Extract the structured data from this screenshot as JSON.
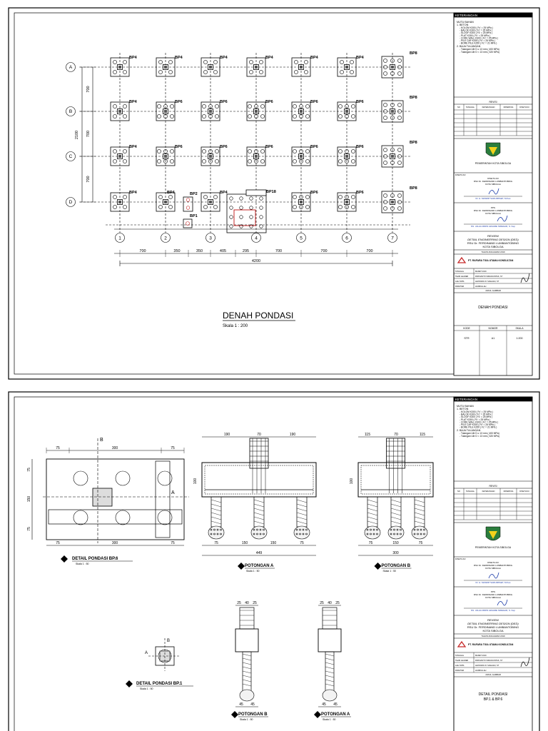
{
  "sheet1": {
    "plan_title": "DENAH PONDASI",
    "plan_scale": "Skala 1 : 200",
    "grid_rows": [
      "A",
      "B",
      "C",
      "D"
    ],
    "grid_cols": [
      "1",
      "2",
      "3",
      "4",
      "5",
      "6",
      "7"
    ],
    "row_dims": [
      "700",
      "700",
      "700"
    ],
    "row_total": "2100",
    "col_dims": [
      "700",
      "350",
      "350",
      "405",
      "295",
      "700",
      "700",
      "700"
    ],
    "col_total": "4200",
    "footings": {
      "r1": [
        "BP4",
        "BP4",
        "BP4",
        "BP4",
        "BP4",
        "BP4",
        "BP8"
      ],
      "r2": [
        "BP4",
        "BP6",
        "BP6",
        "BP6",
        "BP6",
        "BP6",
        "BP8"
      ],
      "r3": [
        "BP4",
        "BP6",
        "BP6",
        "BP6",
        "BP6",
        "BP6",
        "BP8"
      ],
      "r4": [
        "BP4",
        "BP4",
        "BP2",
        "BP4",
        "BP18",
        "BP6",
        "BP6",
        "BP8"
      ],
      "extra": "BP1"
    }
  },
  "sheet2": {
    "detail_bp6": "DETAIL PONDASI BP.6",
    "detail_bp1": "DETAIL PONDASI BP.1",
    "scale50": "Skala 1 : 50",
    "pot_a": "POTONGAN A",
    "pot_b": "POTONGAN B",
    "dims_bp6_top": [
      "75",
      "300",
      "75"
    ],
    "dims_bp6_side": [
      "75",
      "150",
      "75"
    ],
    "dims_pa_top": [
      "190",
      "70",
      "190"
    ],
    "dims_pa_bottom": [
      "75",
      "150",
      "150",
      "75"
    ],
    "dims_pa_total": "449",
    "dims_pb_top": [
      "115",
      "70",
      "115"
    ],
    "dims_pb_bottom": [
      "75",
      "150",
      "75"
    ],
    "dims_pb_total": "300",
    "dims_small_top": [
      "25",
      "40",
      "25"
    ],
    "dims_small_bottom": [
      "45",
      "45"
    ],
    "marker_a": "A",
    "marker_b": "B",
    "section_h": "100"
  },
  "titleblock": {
    "keterangan": "KETERANGAN",
    "mutu_bahan": "MUTU BAHAN",
    "beton": "1.  BETON",
    "mats": [
      "-   KOLOM         K300 ( Fc' = 25 MPa )",
      "-   BALOK          K300 ( Fc' = 25 MPa )",
      "-   SLOOF          K300 ( Fc' = 25 MPa )",
      "-   PLAT             K300 ( Fc' = 25 MPa )",
      "-   CORE WALL   K300 ( Fc' = 25 MPa )",
      "-   PILE CAP       K300 ( Fc' = 25 MPa )",
      "-   BORE PILE     K250 ( Fc' = 21 MPa )"
    ],
    "baja": "2.  BAJA TULANGAN",
    "baja_items": [
      "-   Tulangan Ulir D   ≥  13 mm ( 400 MPa)",
      "-   Tulangan Ulir D   <  13 mm ( 320 MPa)"
    ],
    "revisi": "REVISI",
    "rev_cols": [
      "NO",
      "TANGGAL",
      "KETERANGAN",
      "DIPERIKSA",
      "DISETUJUI"
    ],
    "owner": "PEMERINTAH KOTA SIBOLGA",
    "disetujui": "DISETUJUI",
    "rsu_line1": "RSU Dr. FERDINAND LUMBANTOBING",
    "rsu_line2": "KOTA SIBOLGA",
    "sign1": "Dr. H. MASRIP SARUMPAET, M.Kes",
    "pps": "PPS",
    "sign2": "NS. JALALUDDIN AZHARE SIREGAR, S. Kep",
    "review": "REVIEW",
    "ded": "DETAIL ENGINEERING DESIGN (DED)",
    "rsu_full": "RSU Dr. FERDINAND LUMBANTOBING",
    "kota": "KOTA SIBOLGA",
    "tahun": "TAHUN ANGGARAN 2019",
    "consultant": "PT. RAFARA TIGA UTAMA KONSULTAN",
    "staff": [
      [
        "TANGGAL",
        "MARET 2019"
      ],
      [
        "TEAM LEADER",
        "PARSIANTO SIMANJUNTAK, ST"
      ],
      [
        "AHLI SIPIL",
        "LEONIDAS R. SIAHAAN, ST"
      ],
      [
        "DRAFTER",
        "HASBULLAH"
      ]
    ],
    "gambar": "JUDUL GAMBAR",
    "title_s1": "DENAH PONDASI",
    "title_s2a": "DETAIL PONDASI",
    "title_s2b": "BP.1 & BP.6",
    "kode_cols": [
      "KODE",
      "NOMOR",
      "SKALA"
    ],
    "kode_vals": [
      "STR",
      "A1",
      "1:200"
    ]
  }
}
